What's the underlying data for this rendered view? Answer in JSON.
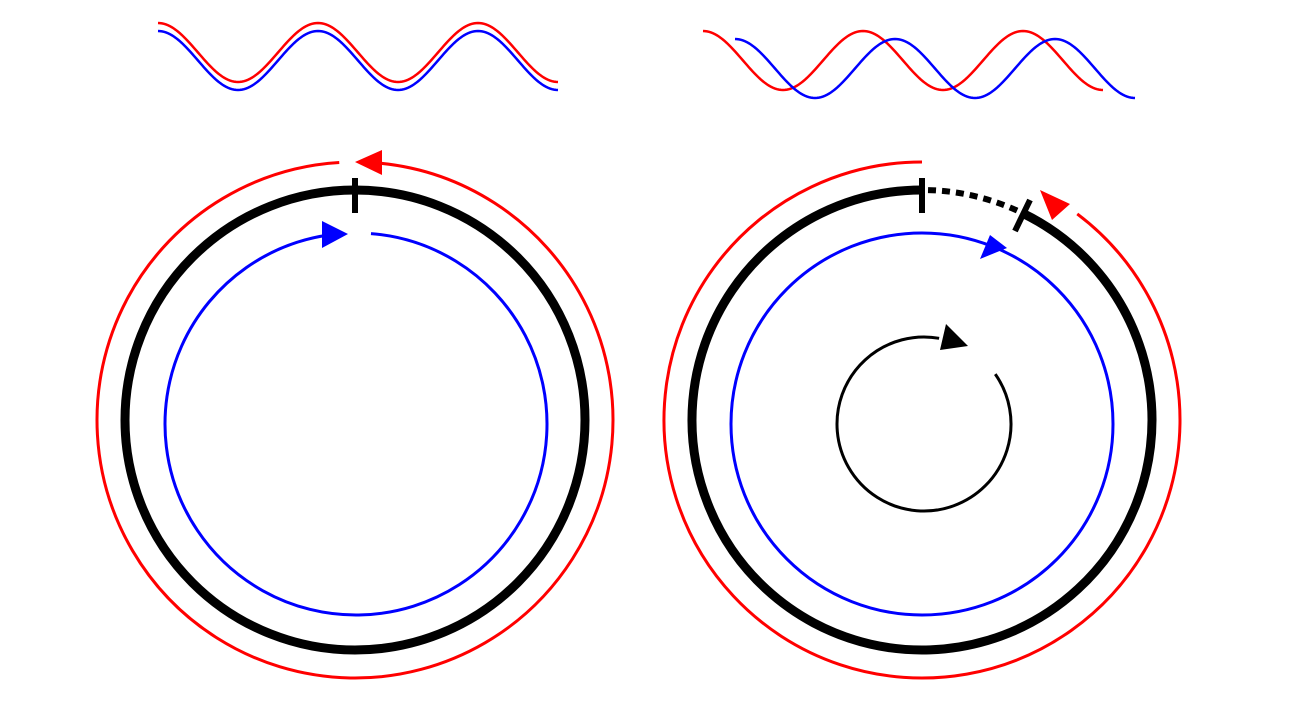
{
  "colors": {
    "red": "#ff0000",
    "blue": "#0000ff",
    "black": "#000000"
  },
  "panels": [
    {
      "id": "left",
      "description_icons": [
        "wave-in-phase",
        "ring-stationary"
      ]
    },
    {
      "id": "right",
      "description_icons": [
        "wave-phase-shifted",
        "ring-rotating",
        "rotation-arrow-icon"
      ]
    }
  ]
}
